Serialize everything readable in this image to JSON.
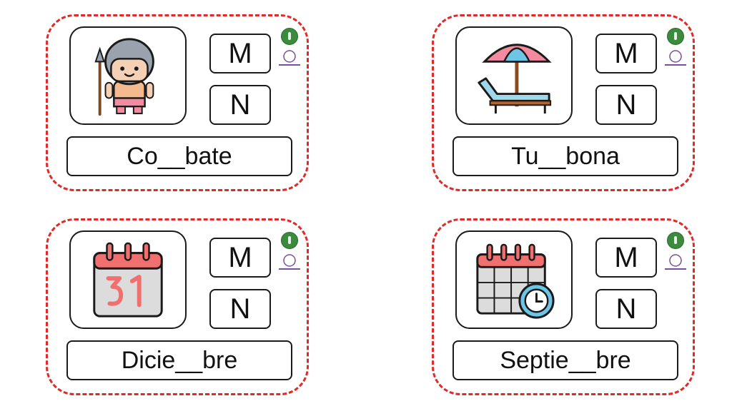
{
  "cards": [
    {
      "picture": "warrior-helmet-spear-icon",
      "option_m": "M",
      "option_n": "N",
      "word": "Co__bate"
    },
    {
      "picture": "beach-umbrella-lounger-icon",
      "option_m": "M",
      "option_n": "N",
      "word": "Tu__bona"
    },
    {
      "picture": "calendar-31-icon",
      "option_m": "M",
      "option_n": "N",
      "word": "Dicie__bre"
    },
    {
      "picture": "calendar-clock-icon",
      "option_m": "M",
      "option_n": "N",
      "word": "Septie__bre"
    }
  ],
  "colors": {
    "card_border": "#e02a2a",
    "logo_green": "#3c8a3e",
    "logo_purple": "#7b4f9e"
  }
}
